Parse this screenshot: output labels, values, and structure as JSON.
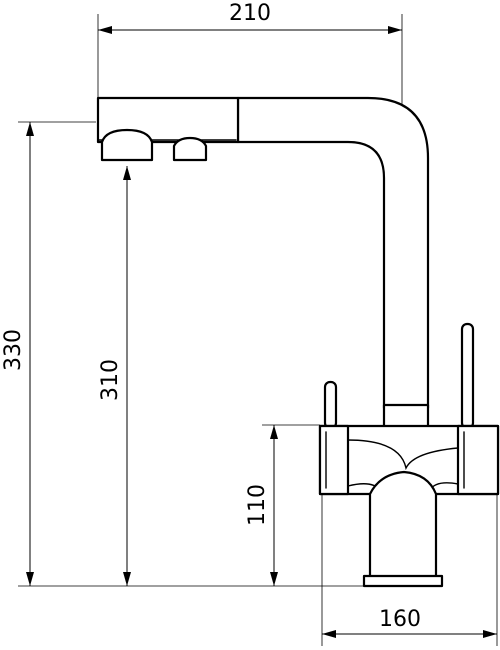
{
  "dimensions": {
    "overall_width": "210",
    "overall_height": "330",
    "spout_height": "310",
    "body_height": "110",
    "base_width": "160"
  }
}
